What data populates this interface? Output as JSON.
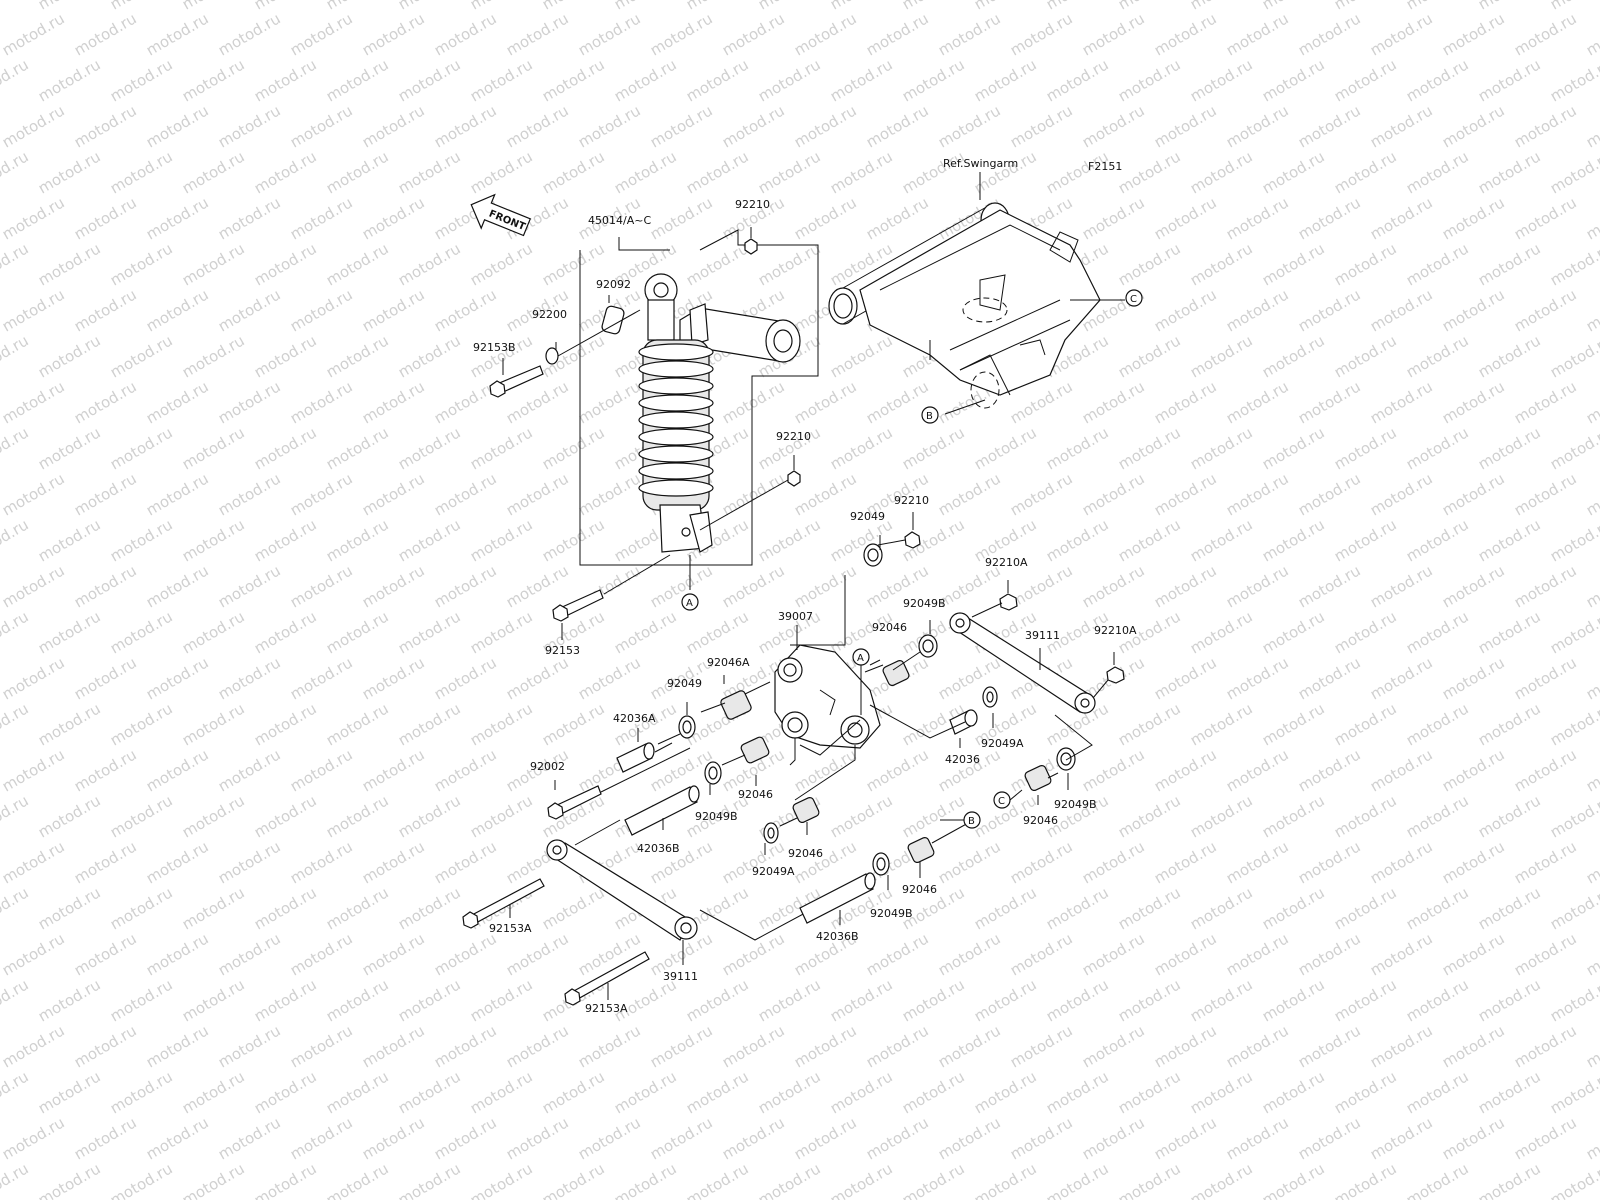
{
  "diagram_code": "F2151",
  "reference_label": "Ref.Swingarm",
  "front_label": "FRONT",
  "watermark": "motod.ru",
  "part_labels": [
    {
      "id": "45014",
      "text": "45014/A~C"
    },
    {
      "id": "92210_top",
      "text": "92210"
    },
    {
      "id": "92092",
      "text": "92092"
    },
    {
      "id": "92200",
      "text": "92200"
    },
    {
      "id": "92153B",
      "text": "92153B"
    },
    {
      "id": "92210_mid",
      "text": "92210"
    },
    {
      "id": "92153",
      "text": "92153"
    },
    {
      "id": "92210_right",
      "text": "92210"
    },
    {
      "id": "92049_top",
      "text": "92049"
    },
    {
      "id": "92210A_a",
      "text": "92210A"
    },
    {
      "id": "92049B_a",
      "text": "92049B"
    },
    {
      "id": "92046_a",
      "text": "92046"
    },
    {
      "id": "39007",
      "text": "39007"
    },
    {
      "id": "39111_top",
      "text": "39111"
    },
    {
      "id": "92210A_b",
      "text": "92210A"
    },
    {
      "id": "92046A",
      "text": "92046A"
    },
    {
      "id": "92049_left",
      "text": "92049"
    },
    {
      "id": "42036A",
      "text": "42036A"
    },
    {
      "id": "92049A_a",
      "text": "92049A"
    },
    {
      "id": "42036",
      "text": "42036"
    },
    {
      "id": "92002",
      "text": "92002"
    },
    {
      "id": "92046_b",
      "text": "92046"
    },
    {
      "id": "92049B_b",
      "text": "92049B"
    },
    {
      "id": "42036B_a",
      "text": "42036B"
    },
    {
      "id": "92046_c",
      "text": "92046"
    },
    {
      "id": "92049A_b",
      "text": "92049A"
    },
    {
      "id": "92046_d",
      "text": "92046"
    },
    {
      "id": "92049B_c",
      "text": "92049B"
    },
    {
      "id": "92049B_d",
      "text": "92049B"
    },
    {
      "id": "92046_e",
      "text": "92046"
    },
    {
      "id": "92153A_a",
      "text": "92153A"
    },
    {
      "id": "42036B_b",
      "text": "42036B"
    },
    {
      "id": "39111_bottom",
      "text": "39111"
    },
    {
      "id": "92153A_b",
      "text": "92153A"
    }
  ],
  "callouts": [
    "A",
    "A",
    "B",
    "B",
    "C",
    "C"
  ]
}
